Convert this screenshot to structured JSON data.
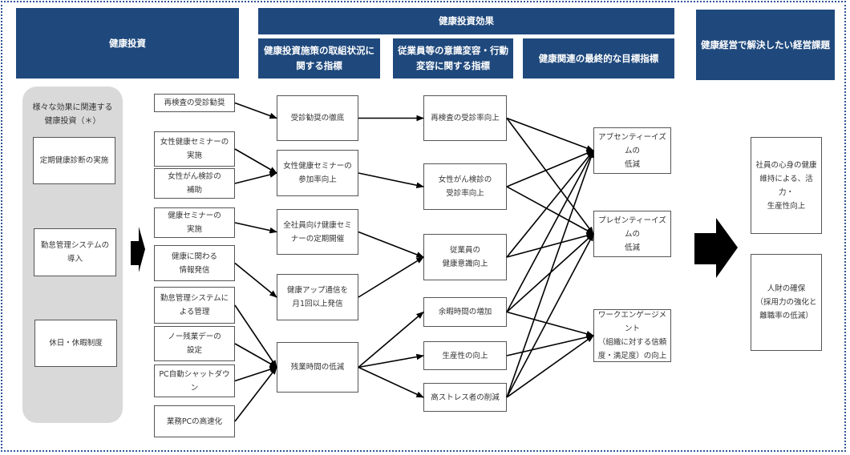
{
  "headers": {
    "investment": "健康投資",
    "effects": "健康投資効果",
    "effects_sub": [
      "健康投資施策の取組状況に関する指標",
      "従業員等の意識変容・行動変容に関する指標",
      "健康関連の最終的な目標指標"
    ],
    "management_issues": "健康経営で解決したい経営課題"
  },
  "general_investments": {
    "title": "様々な効果に関連する\n健康投資（＊）",
    "items": [
      "定期健康診断の実施",
      "勤怠管理システムの\n導入",
      "休日・休暇制度"
    ]
  },
  "investments": [
    "再検査の受診勧奨",
    "女性健康セミナーの\n実施",
    "女性がん検診の\n補助",
    "健康セミナーの\n実施",
    "健康に関わる\n情報発信",
    "勤怠管理システムに\nよる管理",
    "ノー残業デーの\n設定",
    "PC自動シャットダウン",
    "業務PCの高速化"
  ],
  "initiative_indicators": [
    "受診勧奨の徹底",
    "女性健康セミナーの\n参加率向上",
    "全社員向け健康セミ\nナーの定期開催",
    "健康アップ通信を\n月1回以上発信",
    "残業時間の低減"
  ],
  "behavior_indicators": [
    "再検査の受診率向上",
    "女性がん検診の\n受診率向上",
    "従業員の\n健康意識向上",
    "余暇時間の増加",
    "生産性の向上",
    "高ストレス者の削減"
  ],
  "final_indicators": [
    "アブセンティーイズムの\n低減",
    "プレゼンティーイズムの\n低減",
    "ワークエンゲージメント\n（組織に対する信頼\n度・満足度）の向上"
  ],
  "management_goals": [
    "社員の心身の健康\n維持による、活力・\n生産性向上",
    "人財の確保\n（採用力の強化と\n離職率の低減）"
  ],
  "links": [
    [
      "inv",
      0,
      "ini",
      0
    ],
    [
      "inv",
      1,
      "ini",
      1
    ],
    [
      "inv",
      2,
      "ini",
      1
    ],
    [
      "inv",
      3,
      "ini",
      2
    ],
    [
      "inv",
      4,
      "ini",
      3
    ],
    [
      "inv",
      5,
      "ini",
      4
    ],
    [
      "inv",
      6,
      "ini",
      4
    ],
    [
      "inv",
      7,
      "ini",
      4
    ],
    [
      "inv",
      8,
      "ini",
      4
    ],
    [
      "ini",
      0,
      "beh",
      0
    ],
    [
      "ini",
      1,
      "beh",
      1
    ],
    [
      "ini",
      2,
      "beh",
      2
    ],
    [
      "ini",
      3,
      "beh",
      2
    ],
    [
      "ini",
      4,
      "beh",
      3
    ],
    [
      "ini",
      4,
      "beh",
      4
    ],
    [
      "ini",
      4,
      "beh",
      5
    ],
    [
      "beh",
      0,
      "fin",
      0
    ],
    [
      "beh",
      0,
      "fin",
      1
    ],
    [
      "beh",
      1,
      "fin",
      0
    ],
    [
      "beh",
      1,
      "fin",
      1
    ],
    [
      "beh",
      2,
      "fin",
      0
    ],
    [
      "beh",
      2,
      "fin",
      1
    ],
    [
      "beh",
      3,
      "fin",
      0
    ],
    [
      "beh",
      3,
      "fin",
      1
    ],
    [
      "beh",
      3,
      "fin",
      2
    ],
    [
      "beh",
      4,
      "fin",
      2
    ],
    [
      "beh",
      5,
      "fin",
      0
    ],
    [
      "beh",
      5,
      "fin",
      1
    ],
    [
      "beh",
      5,
      "fin",
      2
    ]
  ]
}
